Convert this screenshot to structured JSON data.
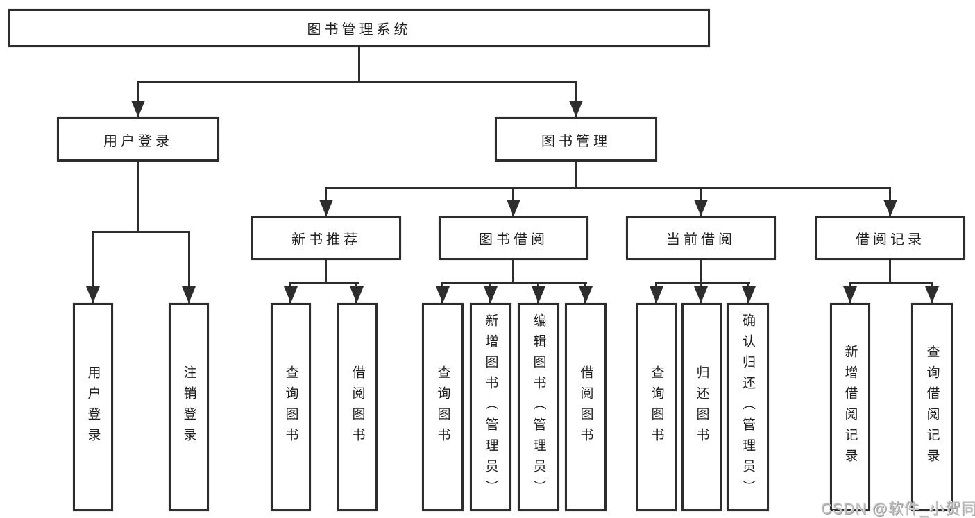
{
  "diagram_title": "图书管理系统",
  "tree": {
    "label": "图书管理系统",
    "children": [
      {
        "label": "用户登录",
        "children": [
          {
            "label": "用户登录"
          },
          {
            "label": "注销登录"
          }
        ]
      },
      {
        "label": "图书管理",
        "children": [
          {
            "label": "新书推荐",
            "children": [
              {
                "label": "查询图书"
              },
              {
                "label": "借阅图书"
              }
            ]
          },
          {
            "label": "图书借阅",
            "children": [
              {
                "label": "查询图书"
              },
              {
                "label": "新增图书（管理员）"
              },
              {
                "label": "编辑图书（管理员）"
              },
              {
                "label": "借阅图书"
              }
            ]
          },
          {
            "label": "当前借阅",
            "children": [
              {
                "label": "查询图书"
              },
              {
                "label": "归还图书"
              },
              {
                "label": "确认归还（管理员）"
              }
            ]
          },
          {
            "label": "借阅记录",
            "children": [
              {
                "label": "新增借阅记录"
              },
              {
                "label": "查询借阅记录"
              }
            ]
          }
        ]
      }
    ]
  },
  "watermark": {
    "text": "CSDN @软件_小贺同学"
  },
  "colors": {
    "line": "#2d2d2d",
    "box_bg": "#ffffff",
    "text": "#1f1f1f",
    "watermark": "#bdbdbd"
  }
}
